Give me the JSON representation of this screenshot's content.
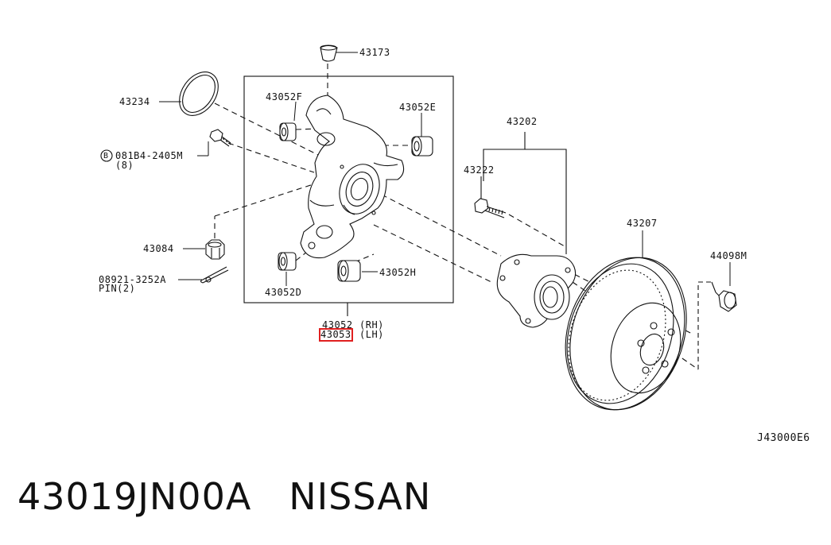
{
  "diagram": {
    "callouts": {
      "p43173": "43173",
      "p43234": "43234",
      "p43052F": "43052F",
      "p43052E": "43052E",
      "bolt_code": "081B4-2405M",
      "bolt_qty": "(8)",
      "circled_b": "B",
      "p43084": "43084",
      "pin_code": "08921-3252A",
      "pin_qty": "PIN(2)",
      "p43052D": "43052D",
      "p43052H": "43052H",
      "p43052_rh": "43052",
      "rh": "(RH)",
      "p43053_lh": "43053",
      "lh": "(LH)",
      "p43202": "43202",
      "p43222": "43222",
      "p43207": "43207",
      "p44098M": "44098M",
      "ref_code": "J43000E6"
    },
    "highlight_color": "#e02020"
  },
  "caption": {
    "part_number": "43019JN00A",
    "brand": "NISSAN"
  }
}
